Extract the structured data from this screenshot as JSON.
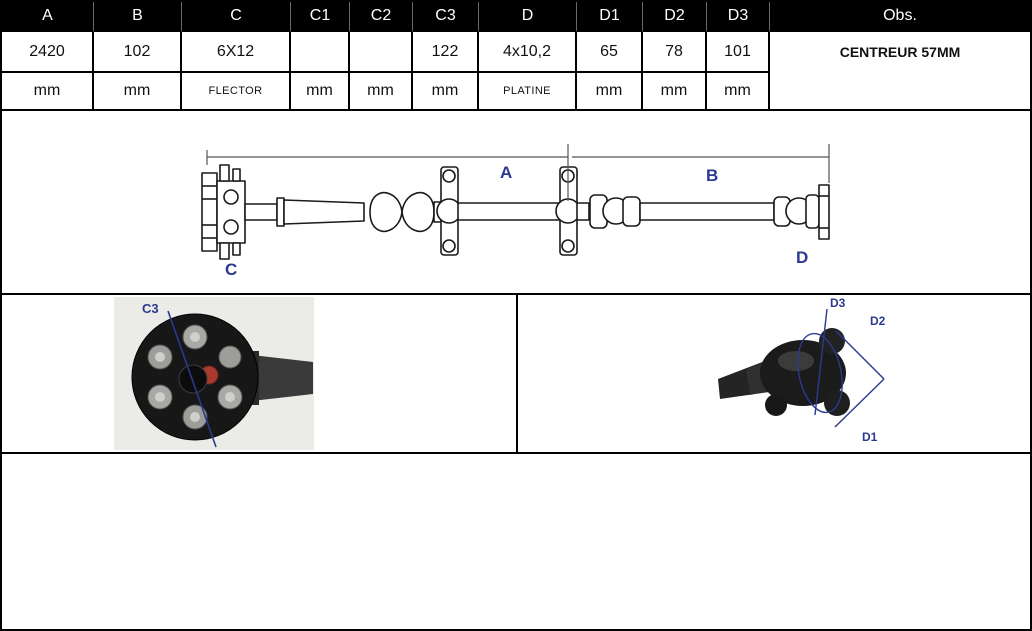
{
  "spec_table": {
    "header_bg": "#000000",
    "header_fg": "#ffffff",
    "columns": [
      {
        "header": "A",
        "value": "2420",
        "unit": "mm"
      },
      {
        "header": "B",
        "value": "102",
        "unit": "mm"
      },
      {
        "header": "C",
        "value": "6X12",
        "unit": "FLECTOR"
      },
      {
        "header": "C1",
        "value": "",
        "unit": "mm"
      },
      {
        "header": "C2",
        "value": "",
        "unit": "mm"
      },
      {
        "header": "C3",
        "value": "122",
        "unit": "mm"
      },
      {
        "header": "D",
        "value": "4x10,2",
        "unit": "PLATINE"
      },
      {
        "header": "D1",
        "value": "65",
        "unit": "mm"
      },
      {
        "header": "D2",
        "value": "78",
        "unit": "mm"
      },
      {
        "header": "D3",
        "value": "101",
        "unit": "mm"
      },
      {
        "header": "Obs.",
        "value": "CENTREUR 57MM",
        "unit": ""
      }
    ]
  },
  "diagram": {
    "accent_color": "#2b3990",
    "label_a": "A",
    "label_b": "B",
    "label_c": "C",
    "label_d": "D"
  },
  "photos": {
    "left": {
      "label_c3": "C3"
    },
    "right": {
      "label_d1": "D1",
      "label_d2": "D2",
      "label_d3": "D3"
    }
  }
}
